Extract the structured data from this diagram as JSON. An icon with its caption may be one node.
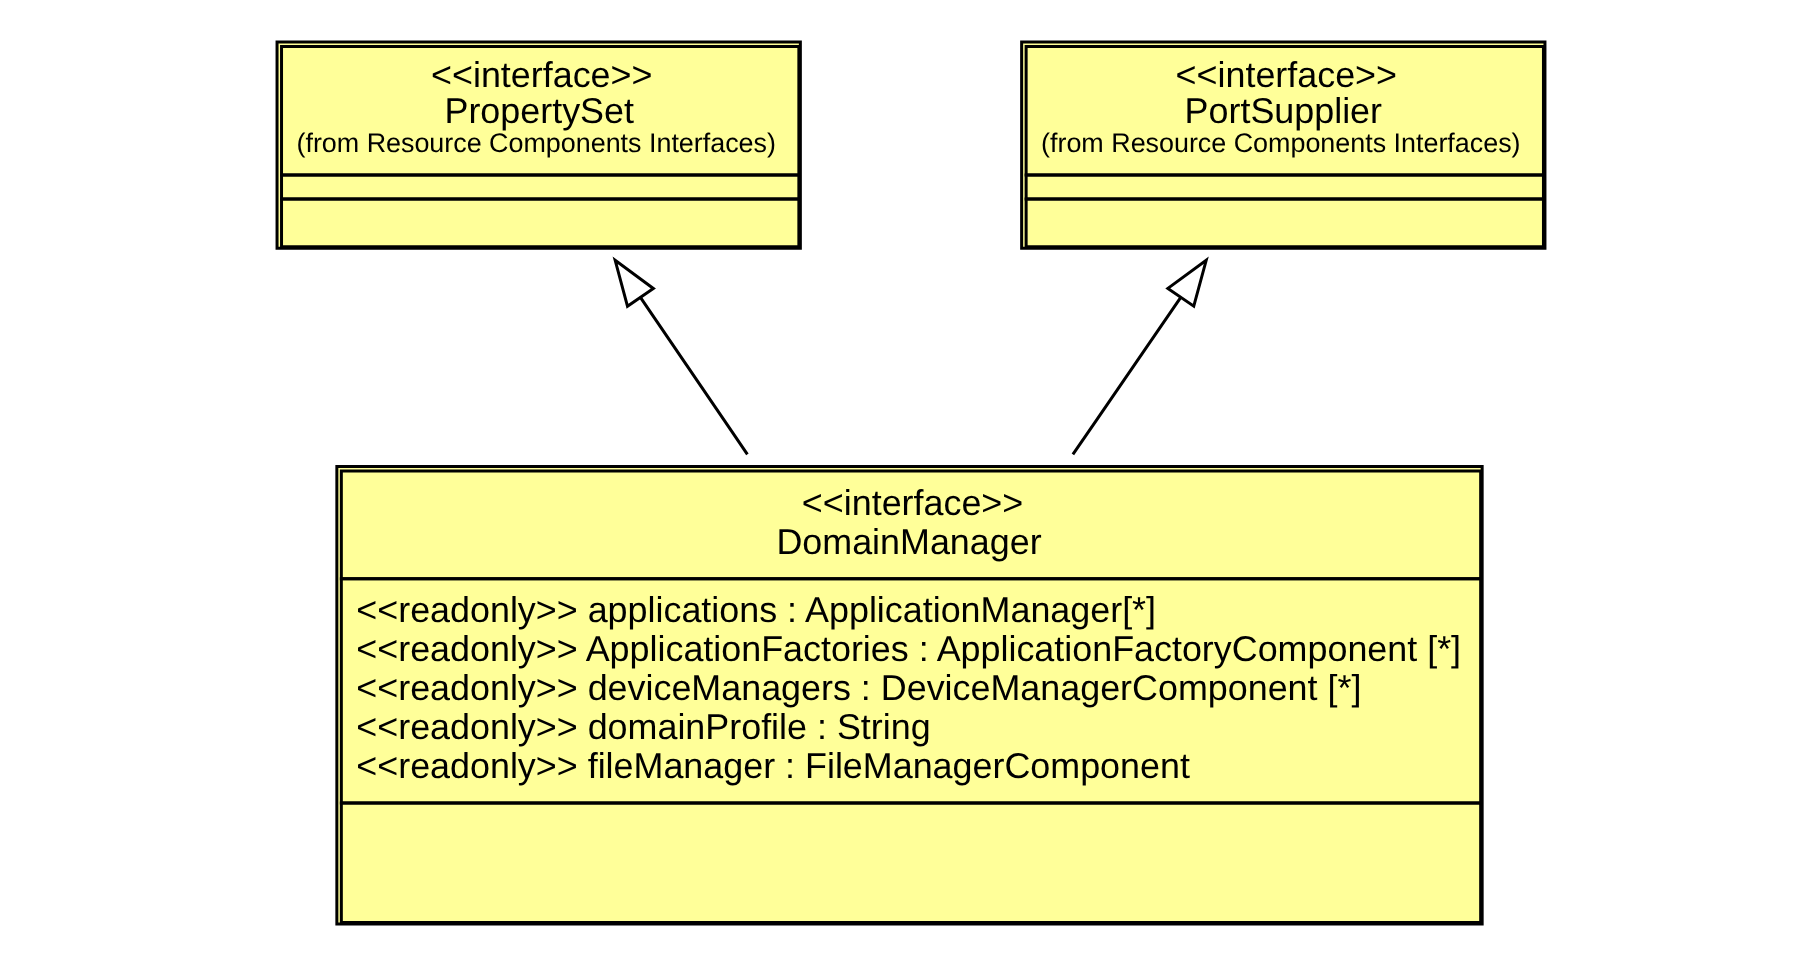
{
  "diagram": {
    "nodes": [
      {
        "text": [
          "<<interface>>",
          "PropertySet",
          "(from Resource Components Interfaces)"
        ]
      },
      {
        "text": [
          "<<interface>>",
          "PortSupplier",
          "(from Resource Components Interfaces)"
        ]
      },
      {
        "text": [
          "<<interface>>",
          "DomainManager",
          "<<readonly>> applications : ApplicationManager[*]",
          "<<readonly>> ApplicationFactories : ApplicationFactoryComponent [*]",
          "<<readonly>> deviceManagers : DeviceManagerComponent [*]",
          "<<readonly>> domainProfile : String",
          "<<readonly>> fileManager : FileManagerComponent"
        ]
      }
    ],
    "edges": [
      {
        "from": 2,
        "to": 0,
        "arrow": "to"
      },
      {
        "from": 2,
        "to": 1,
        "arrow": "to"
      }
    ]
  }
}
